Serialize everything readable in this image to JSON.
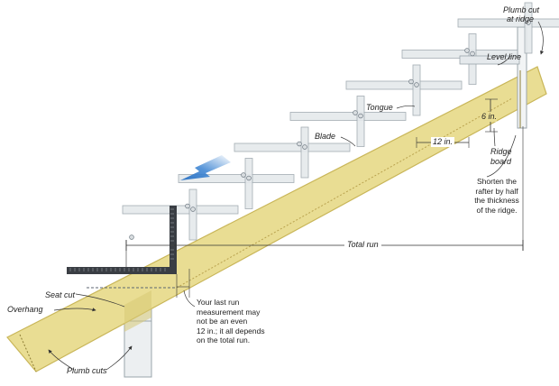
{
  "labels": {
    "plumb_cut_ridge_1": "Plumb cut",
    "plumb_cut_ridge_2": "at ridge",
    "level_line": "Level line",
    "tongue": "Tongue",
    "blade": "Blade",
    "rise_6": "6 in.",
    "run_12": "12 in.",
    "ridge_board_1": "Ridge",
    "ridge_board_2": "board",
    "total_run": "Total run",
    "seat_cut": "Seat cut",
    "overhang": "Overhang",
    "plumb_cuts": "Plumb cuts"
  },
  "notes": {
    "shorten": [
      "Shorten the",
      "rafter by half",
      "the thickness",
      "of the ridge."
    ],
    "last_run": [
      "Your last run",
      "measurement may",
      "not be an even",
      "12 in.; it all depends",
      "on the total run."
    ]
  },
  "colors": {
    "rafter_fill": "#e9dd93",
    "rafter_edge": "#c9b659",
    "square_fill": "#e5e9ec",
    "square_edge": "#9aa4ab",
    "steel_square": "#3a3e44",
    "arrow_blue": "#3a83d2",
    "leader": "#333333"
  },
  "icons": {
    "direction_arrow": "blue-left-arrow-icon"
  }
}
